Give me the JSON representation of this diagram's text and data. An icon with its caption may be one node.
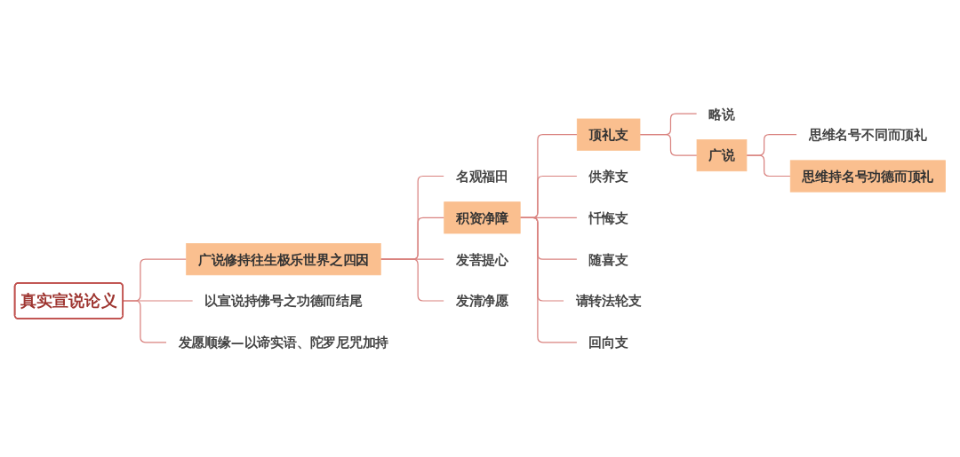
{
  "diagram": {
    "nodes": [
      {
        "text": [
          "真实宣说论义"
        ]
      },
      {
        "text": [
          "广说修持往生极乐世界之四因"
        ]
      },
      {
        "text": [
          "名观福田"
        ]
      },
      {
        "text": [
          "积资净障"
        ]
      },
      {
        "text": [
          "顶礼支"
        ]
      },
      {
        "text": [
          "略说"
        ]
      },
      {
        "text": [
          "广说"
        ]
      },
      {
        "text": [
          "思维名号不同而顶礼"
        ]
      },
      {
        "text": [
          "思维持名号功德而顶礼"
        ]
      },
      {
        "text": [
          "供养支"
        ]
      },
      {
        "text": [
          "忏悔支"
        ]
      },
      {
        "text": [
          "随喜支"
        ]
      },
      {
        "text": [
          "请转法轮支"
        ]
      },
      {
        "text": [
          "回向支"
        ]
      },
      {
        "text": [
          "发菩提心"
        ]
      },
      {
        "text": [
          "发清净愿"
        ]
      },
      {
        "text": [
          "以宣说持佛号之功德而结尾"
        ]
      },
      {
        "text": [
          "发愿顺缘—以谛实语、陀罗尼咒加持"
        ]
      }
    ],
    "edges": [
      {
        "from": 0,
        "to": 1,
        "arrow": "none"
      },
      {
        "from": 1,
        "to": 2,
        "arrow": "none"
      },
      {
        "from": 1,
        "to": 3,
        "arrow": "none"
      },
      {
        "from": 3,
        "to": 4,
        "arrow": "none"
      },
      {
        "from": 4,
        "to": 5,
        "arrow": "none"
      },
      {
        "from": 4,
        "to": 6,
        "arrow": "none"
      },
      {
        "from": 6,
        "to": 7,
        "arrow": "none"
      },
      {
        "from": 6,
        "to": 8,
        "arrow": "none"
      },
      {
        "from": 3,
        "to": 9,
        "arrow": "none"
      },
      {
        "from": 3,
        "to": 10,
        "arrow": "none"
      },
      {
        "from": 3,
        "to": 11,
        "arrow": "none"
      },
      {
        "from": 3,
        "to": 12,
        "arrow": "none"
      },
      {
        "from": 3,
        "to": 13,
        "arrow": "none"
      },
      {
        "from": 1,
        "to": 14,
        "arrow": "none"
      },
      {
        "from": 1,
        "to": 15,
        "arrow": "none"
      },
      {
        "from": 0,
        "to": 16,
        "arrow": "none"
      },
      {
        "from": 0,
        "to": 17,
        "arrow": "none"
      }
    ]
  }
}
